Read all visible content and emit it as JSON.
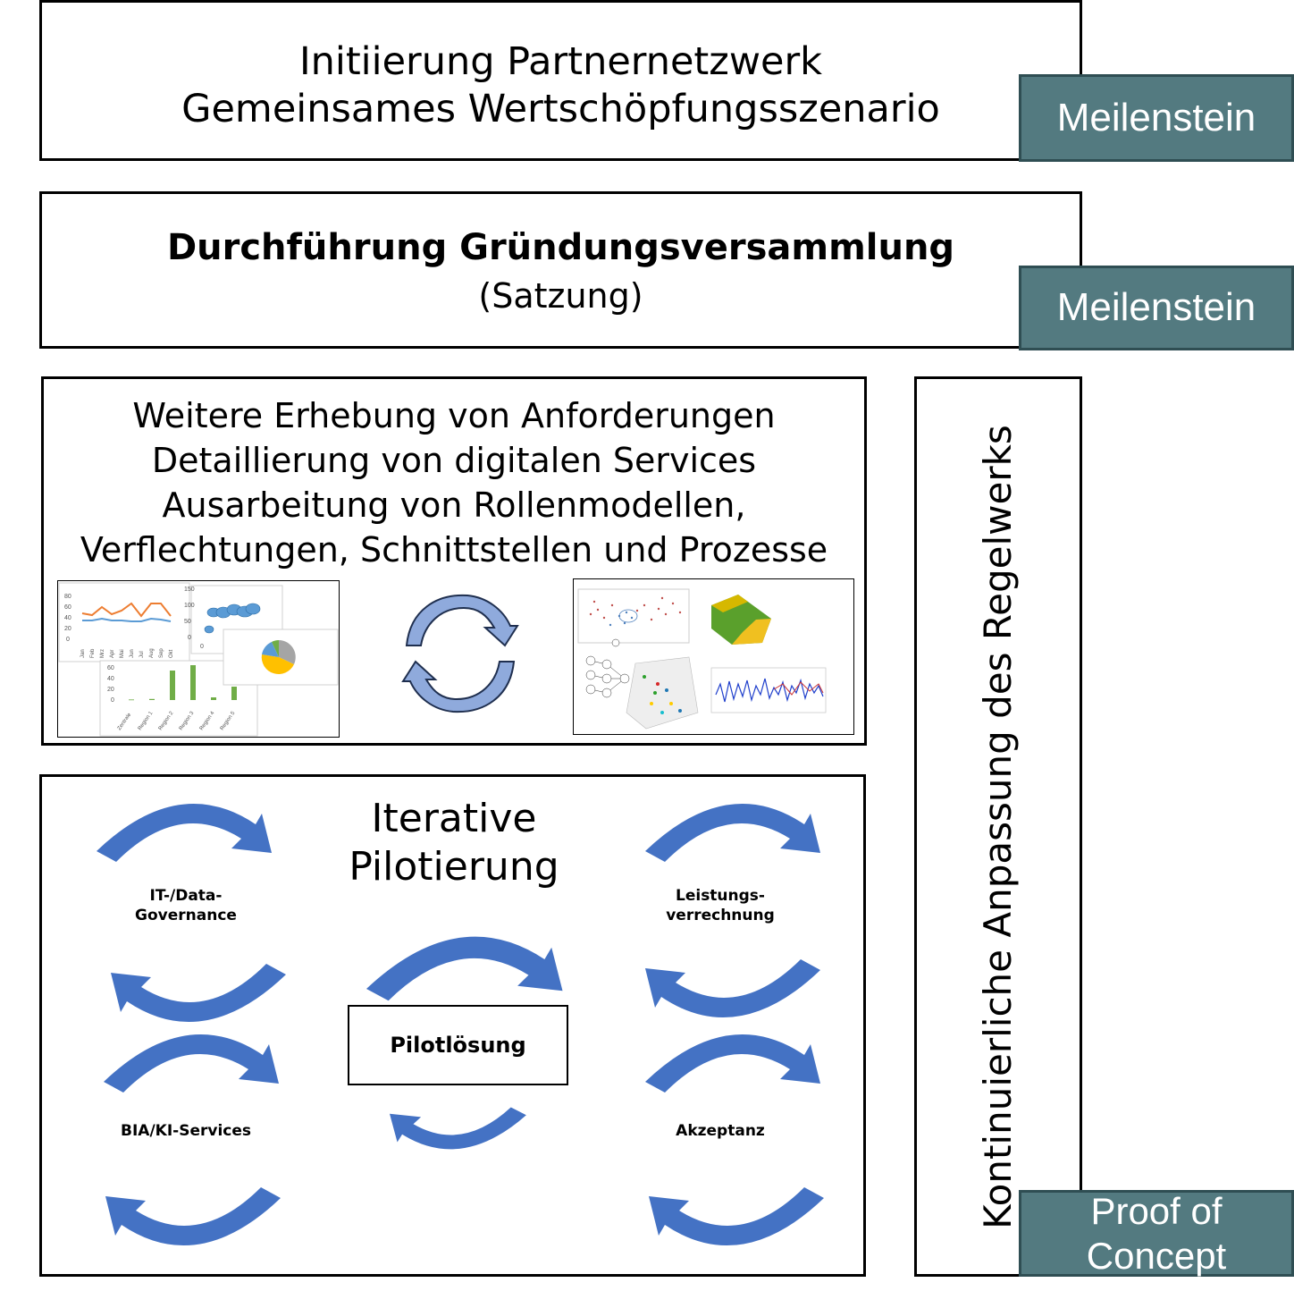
{
  "box1": {
    "line1": "Initiierung Partnernetzwerk",
    "line2": "Gemeinsames Wertschöpfungsszenario"
  },
  "box2": {
    "line1": "Durchführung Gründungsversammlung",
    "line2": "(Satzung)"
  },
  "box3": {
    "line1": "Weitere Erhebung von Anforderungen",
    "line2": "Detaillierung von digitalen Services",
    "line3": "Ausarbeitung von Rollenmodellen,",
    "line4": "Verflechtungen, Schnittstellen und Prozesse",
    "thumb_line": {
      "yticks": [
        "80",
        "60",
        "40",
        "20",
        "0"
      ],
      "months": [
        "Jan",
        "Feb",
        "Mrz",
        "Apr",
        "Mai",
        "Jun",
        "Jul",
        "Aug",
        "Sep",
        "Okt"
      ]
    },
    "thumb_bubble": {
      "yticks": [
        "150",
        "100",
        "50",
        "0"
      ],
      "xtick": "0"
    },
    "thumb_bar": {
      "yticks": [
        "60",
        "40",
        "20",
        "0"
      ],
      "categories": [
        "Zentrale",
        "Region 1",
        "Region 2",
        "Region 3",
        "Region 4",
        "Region 5"
      ],
      "values": [
        1,
        2,
        55,
        65,
        5,
        25
      ]
    }
  },
  "box4": {
    "title1": "Iterative",
    "title2": "Pilotierung",
    "center": "Pilotlösung",
    "labels": {
      "it_line1": "IT-/Data-",
      "it_line2": "Governance",
      "leist_line1": "Leistungs-",
      "leist_line2": "verrechnung",
      "bia": "BIA/KI-Services",
      "akzeptanz": "Akzeptanz"
    }
  },
  "side": {
    "vertical": "Kontinuierliche Anpassung des Regelwerks"
  },
  "milestones": {
    "m1": "Meilenstein",
    "m2": "Meilenstein",
    "poc_line1": "Proof of",
    "poc_line2": "Concept"
  },
  "colors": {
    "milestone": "#537a80",
    "arrow": "#4472c4",
    "cycle": "#8faadc"
  }
}
